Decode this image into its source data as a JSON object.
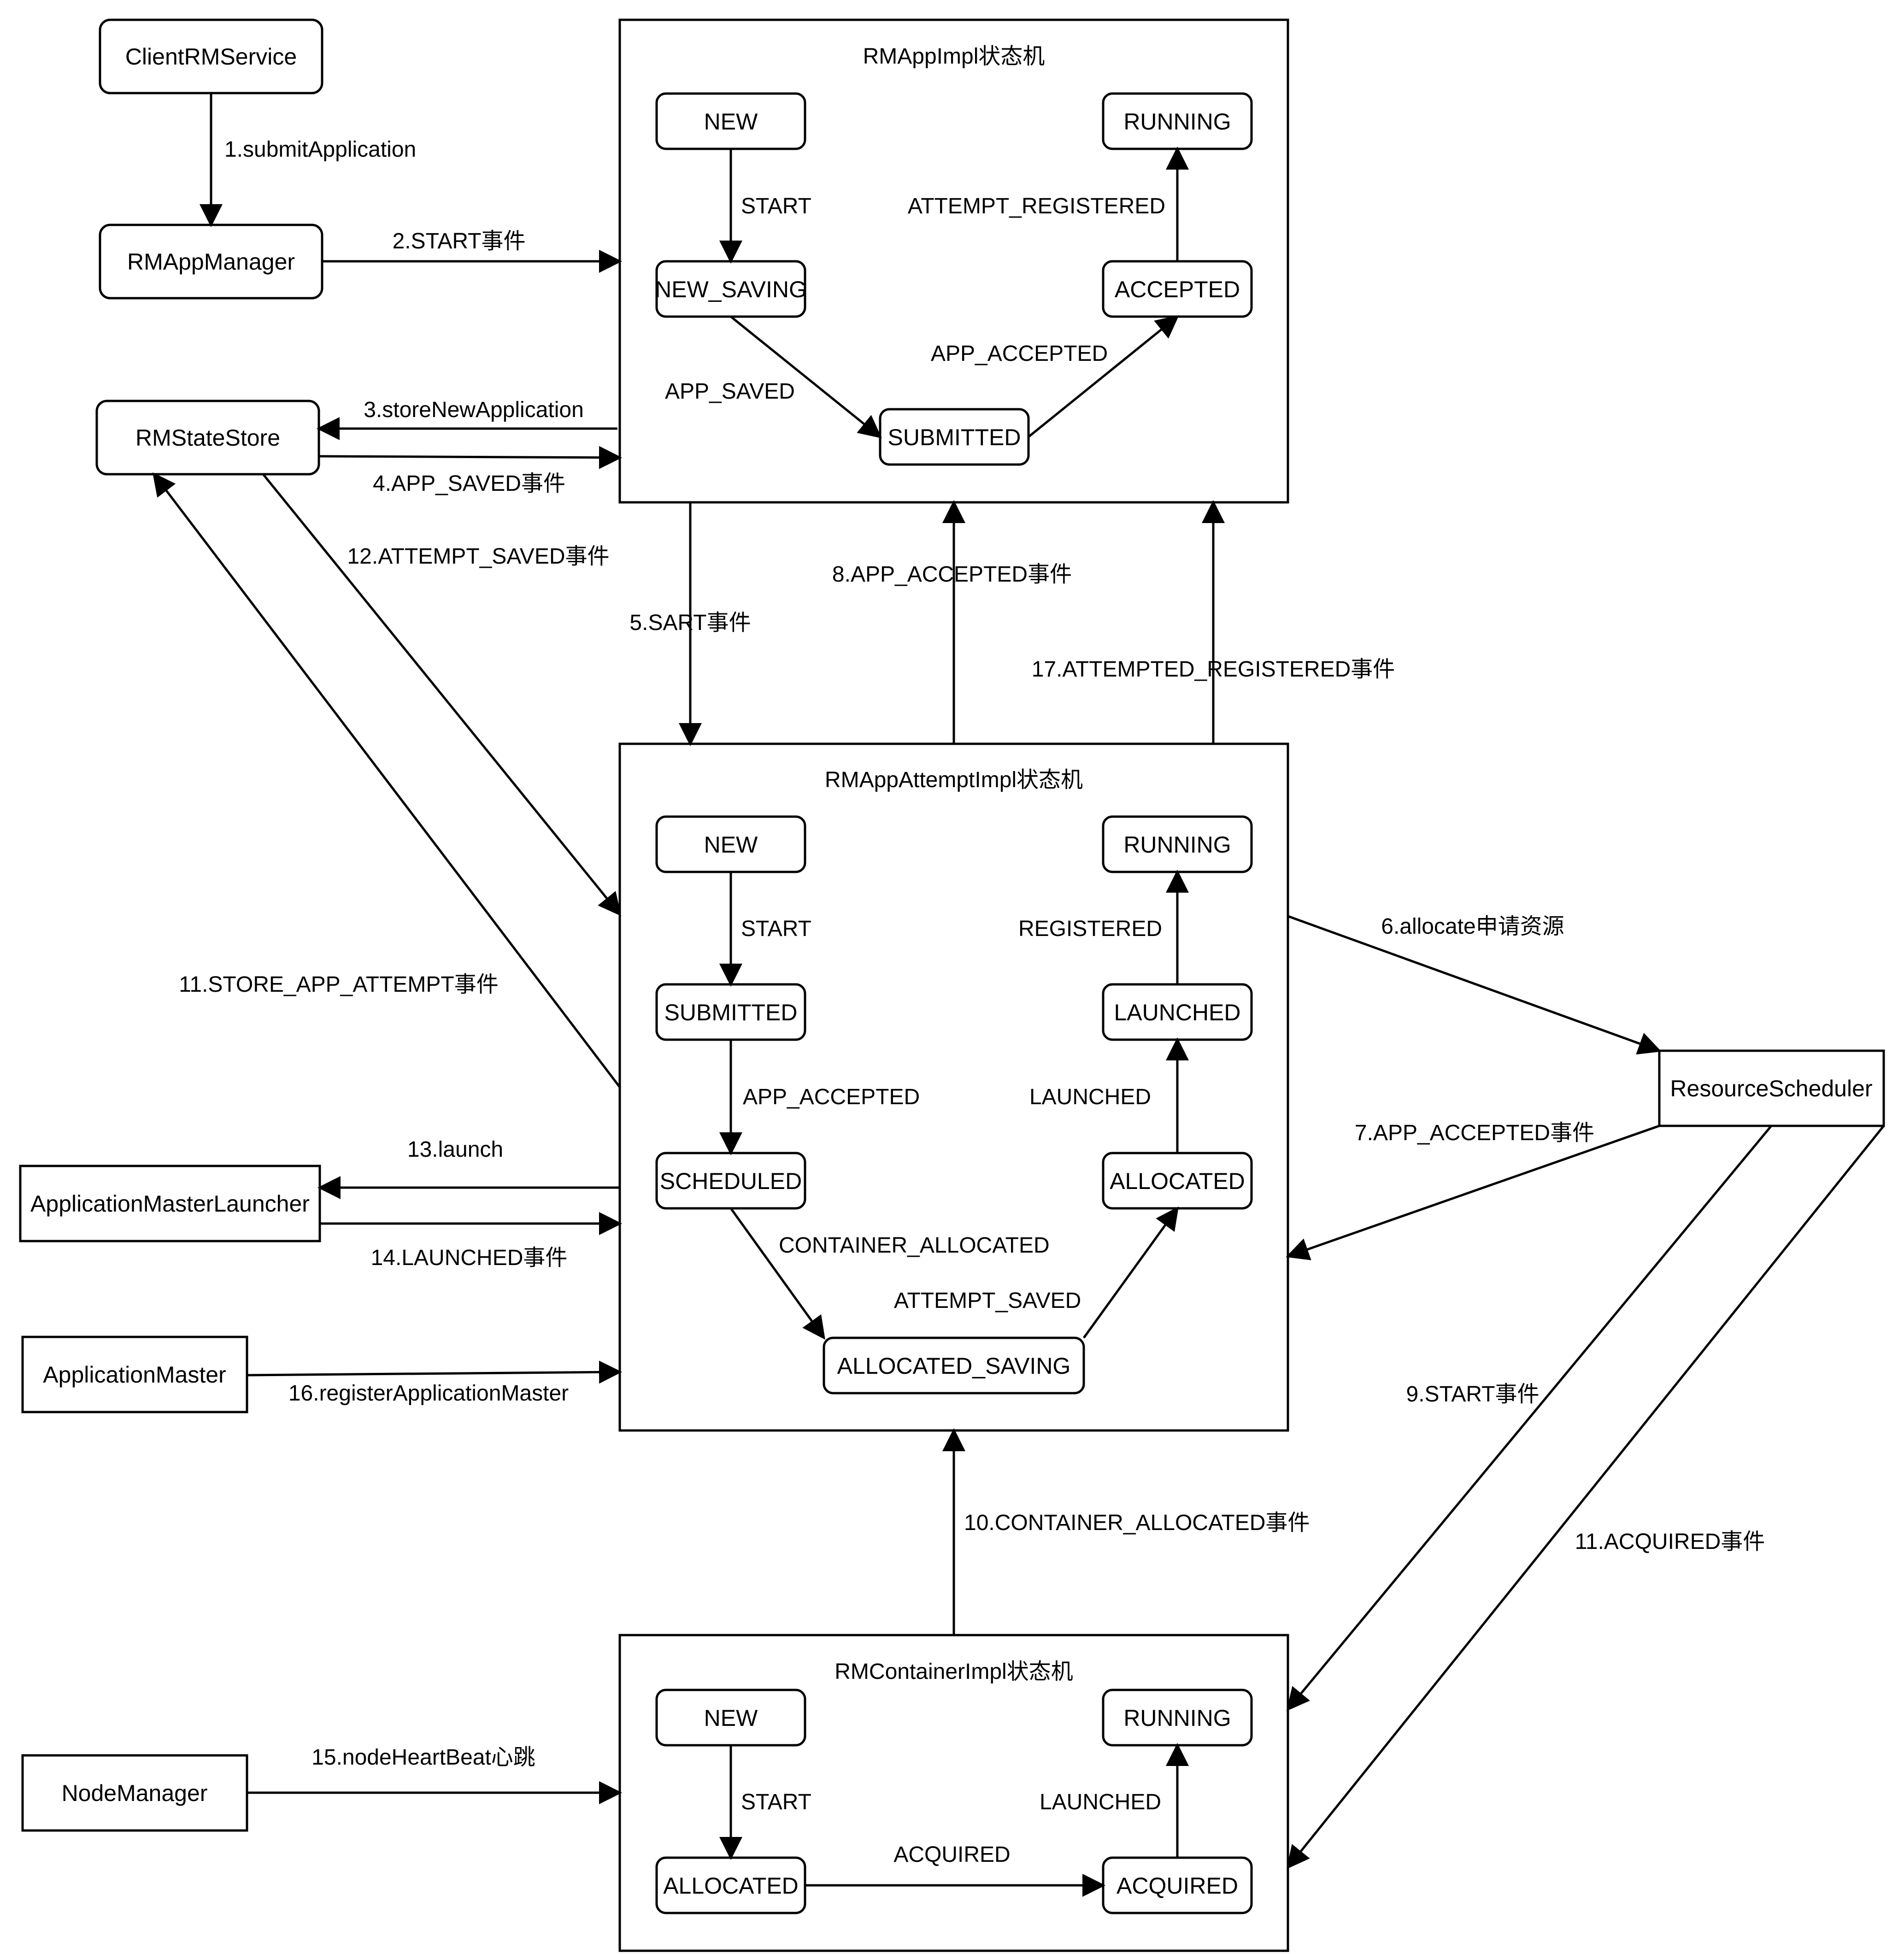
{
  "containers": {
    "rmappimpl": {
      "title": "RMAppImpl状态机"
    },
    "rmappattemptimpl": {
      "title": "RMAppAttemptImpl状态机"
    },
    "rmcontainerimpl": {
      "title": "RMContainerImpl状态机"
    }
  },
  "actors": {
    "client_rm_service": "ClientRMService",
    "rm_app_manager": "RMAppManager",
    "rm_state_store": "RMStateStore",
    "application_master_launcher": "ApplicationMasterLauncher",
    "application_master": "ApplicationMaster",
    "node_manager": "NodeManager",
    "resource_scheduler": "ResourceScheduler"
  },
  "states": {
    "app": {
      "new": "NEW",
      "new_saving": "NEW_SAVING",
      "submitted": "SUBMITTED",
      "accepted": "ACCEPTED",
      "running": "RUNNING"
    },
    "attempt": {
      "new": "NEW",
      "submitted": "SUBMITTED",
      "scheduled": "SCHEDULED",
      "allocated_saving": "ALLOCATED_SAVING",
      "allocated": "ALLOCATED",
      "launched": "LAUNCHED",
      "running": "RUNNING"
    },
    "container": {
      "new": "NEW",
      "allocated": "ALLOCATED",
      "acquired": "ACQUIRED",
      "running": "RUNNING"
    }
  },
  "transitions": {
    "app": {
      "start": "START",
      "app_saved": "APP_SAVED",
      "app_accepted": "APP_ACCEPTED",
      "attempt_registered": "ATTEMPT_REGISTERED"
    },
    "attempt": {
      "start": "START",
      "app_accepted": "APP_ACCEPTED",
      "container_allocated": "CONTAINER_ALLOCATED",
      "attempt_saved": "ATTEMPT_SAVED",
      "launched": "LAUNCHED",
      "registered": "REGISTERED"
    },
    "container": {
      "start": "START",
      "acquired": "ACQUIRED",
      "launched": "LAUNCHED"
    }
  },
  "flows": {
    "f1": "1.submitApplication",
    "f2": "2.START事件",
    "f3": "3.storeNewApplication",
    "f4": "4.APP_SAVED事件",
    "f5": "5.SART事件",
    "f6": "6.allocate申请资源",
    "f7": "7.APP_ACCEPTED事件",
    "f8": "8.APP_ACCEPTED事件",
    "f9": "9.START事件",
    "f10": "10.CONTAINER_ALLOCATED事件",
    "f11a": "11.STORE_APP_ATTEMPT事件",
    "f11b": "11.ACQUIRED事件",
    "f12": "12.ATTEMPT_SAVED事件",
    "f13": "13.launch",
    "f14": "14.LAUNCHED事件",
    "f15": "15.nodeHeartBeat心跳",
    "f16": "16.registerApplicationMaster",
    "f17": "17.ATTEMPTED_REGISTERED事件"
  }
}
